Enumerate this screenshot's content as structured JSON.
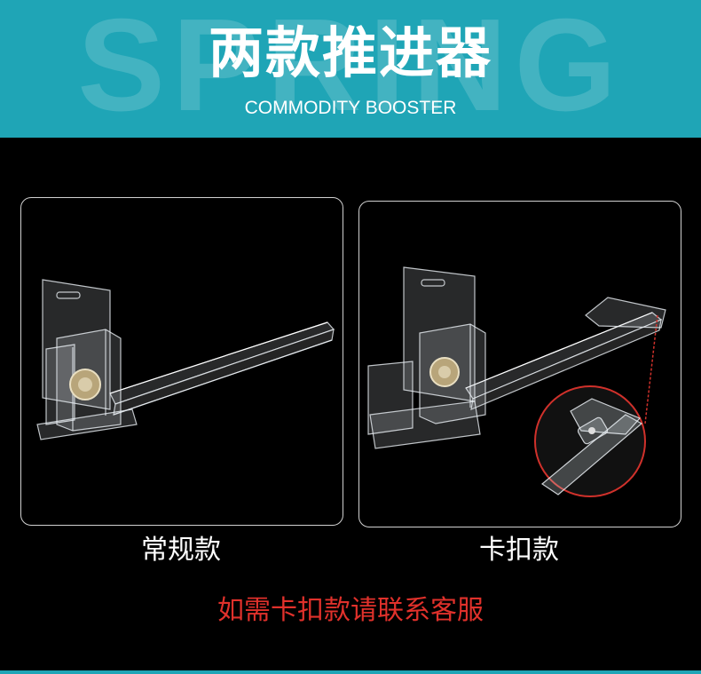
{
  "header": {
    "background_word": "SPRING",
    "title": "两款推进器",
    "subtitle": "COMMODITY BOOSTER",
    "accent_color": "#1fa5b6"
  },
  "products": [
    {
      "caption": "常规款"
    },
    {
      "caption": "卡扣款"
    }
  ],
  "notice": {
    "text": "如需卡扣款请联系客服",
    "color": "#e0312b"
  }
}
